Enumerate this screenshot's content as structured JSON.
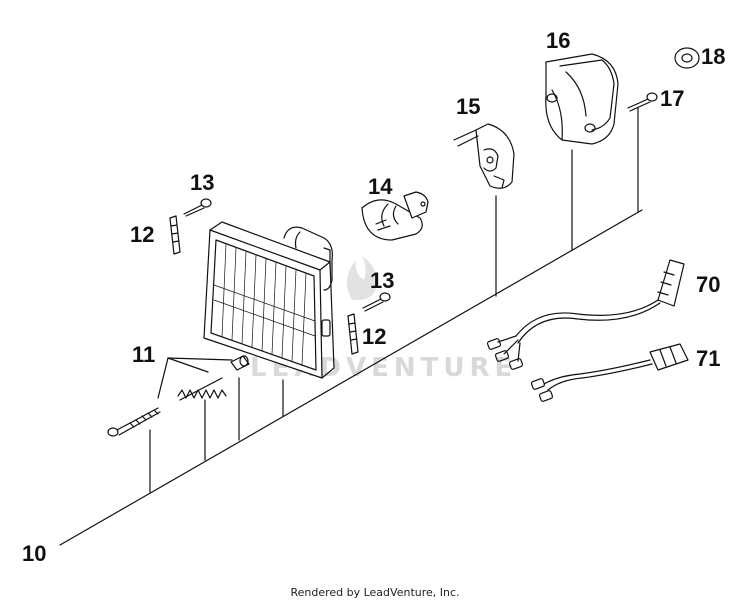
{
  "callouts": {
    "c10": "10",
    "c11": "11",
    "c12a": "12",
    "c12b": "12",
    "c13a": "13",
    "c13b": "13",
    "c14": "14",
    "c15": "15",
    "c16": "16",
    "c17": "17",
    "c18": "18",
    "c70": "70",
    "c71": "71"
  },
  "watermark": "LEADVENTURE",
  "footer": "Rendered by LeadVenture, Inc.",
  "colors": {
    "ink": "#111111",
    "watermark": "#d9d9d9"
  }
}
